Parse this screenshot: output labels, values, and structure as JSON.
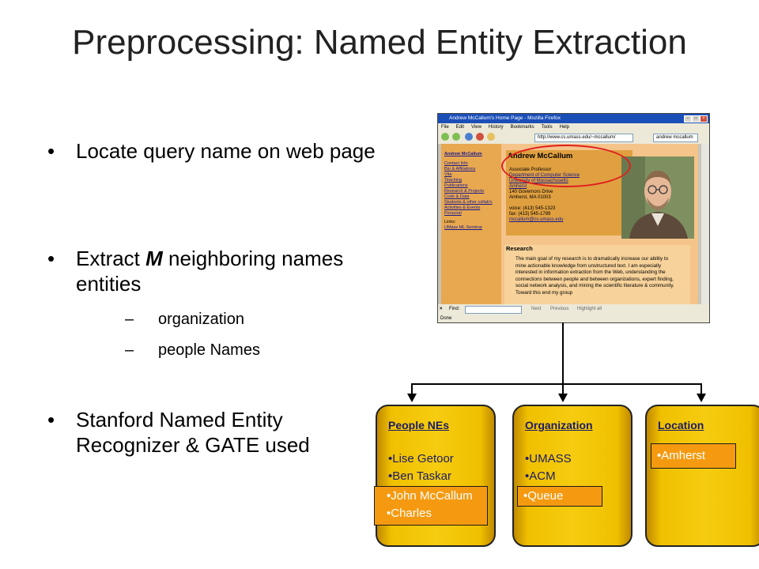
{
  "slide": {
    "title": "Preprocessing: Named Entity Extraction",
    "bullets": [
      {
        "marker": "•",
        "text": "Locate query name on web page"
      },
      {
        "marker": "•",
        "text_before": "Extract ",
        "text_emph": "M",
        "text_after": " neighboring names entities",
        "subs": [
          {
            "marker": "–",
            "text": "organization"
          },
          {
            "marker": "–",
            "text": "people Names"
          }
        ]
      },
      {
        "marker": "•",
        "text": "Stanford Named Entity Recognizer & GATE used"
      }
    ]
  },
  "browser": {
    "window_title": "Andrew McCallum's Home Page - Mozilla Firefox",
    "menu": [
      "File",
      "Edit",
      "View",
      "History",
      "Bookmarks",
      "Tools",
      "Help"
    ],
    "url": "http://www.cs.umass.edu/~mccallum/",
    "search_text": "andrew mccallum",
    "sidebar_links": [
      "Andrew McCallum",
      "Contact Info",
      "Bio & Affiliations",
      "Vita",
      "Teaching",
      "Publications",
      "Research & Projects",
      "Code & Data",
      "Students & other collab's",
      "Activities & Events",
      "Personal",
      "Links:",
      "UMass ML Seminar"
    ],
    "profile": {
      "name": "Andrew McCallum",
      "position": "Associate Professor",
      "dept": "Department of Computer Science",
      "univ": "University of Massachusetts",
      "campus": "Amherst",
      "street": "140 Governors Drive",
      "city": "Amherst, MA 01003",
      "voice": "voice: (413) 545-1323",
      "fax": "fax: (413) 545-1789",
      "email": "mccallum@cs.umass.edu"
    },
    "research_heading": "Research",
    "research_text": "The main goal of my research is to dramatically increase our ability to mine actionable knowledge from unstructured text. I am especially interested in information extraction from the Web, understanding the connections between people and between organizations, expert finding, social network analysis, and mining the scientific literature & community. Toward this end my group",
    "find_label": "Find:",
    "find_next": "Next",
    "find_prev": "Previous",
    "find_highlight": "Highlight all",
    "status": "Done"
  },
  "entities": [
    {
      "heading": "People NEs",
      "items": [
        "•Lise Getoor",
        "•Ben Taskar",
        "•John McCallum",
        "•Charles"
      ]
    },
    {
      "heading": "Organization",
      "items": [
        "•UMASS",
        "•ACM",
        "•Queue"
      ]
    },
    {
      "heading": "Location",
      "items": [
        "•Amherst"
      ]
    }
  ],
  "colors": {
    "box_fill": "#f6cc10",
    "highlight": "#f59a10",
    "oval": "#e02020",
    "text_dark": "#1c1c66"
  }
}
